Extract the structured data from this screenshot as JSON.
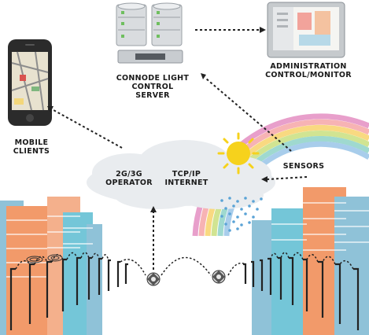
{
  "labels": {
    "server": [
      "CONNODE LIGHT",
      "CONTROL",
      "SERVER"
    ],
    "admin": [
      "ADMINISTRATION",
      "CONTROL/MONITOR"
    ],
    "mobile": [
      "MOBILE",
      "CLIENTS"
    ],
    "operator": [
      "2G/3G",
      "OPERATOR"
    ],
    "internet": [
      "TCP/IP",
      "INTERNET"
    ],
    "sensors": "SENSORS"
  },
  "colors": {
    "cloud": "#e9ecef",
    "sun": "#f6d21c",
    "rain": "#5aa3d6",
    "line": "#222222",
    "building_orange": "#f29a6a",
    "building_blue": "#8fc2d8",
    "building_cyan": "#74c6d8",
    "rainbow": [
      "#e58fc2",
      "#f6a6a8",
      "#f8d36c",
      "#c9e07f",
      "#8fd3c7",
      "#9ac5e8"
    ]
  },
  "icons": [
    "phone-icon",
    "server-icon",
    "monitor-icon",
    "cloud-icon",
    "sun-icon",
    "rain-icon",
    "rainbow-icon",
    "street-lamp-icon",
    "light-node-icon"
  ]
}
